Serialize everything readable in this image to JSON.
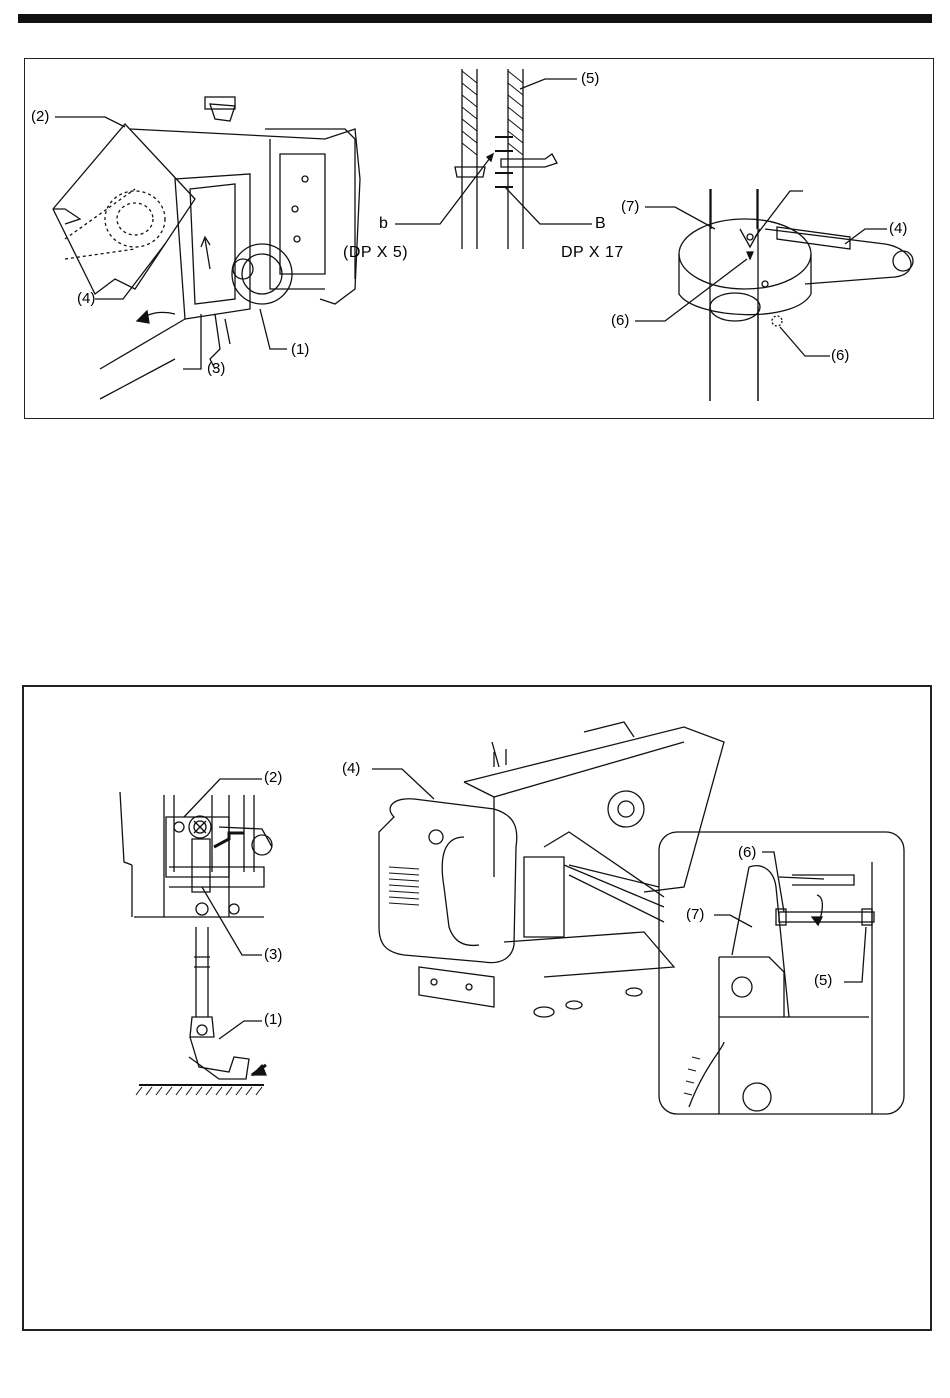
{
  "figure1": {
    "labels": {
      "l2": "(2)",
      "l4a": "(4)",
      "l3": "(3)",
      "l1": "(1)",
      "l5": "(5)",
      "b": "b",
      "B": "B",
      "dpx5": "(DP X 5)",
      "dpx17": "DP X 17",
      "l7": "(7)",
      "l4b": "(4)",
      "l6a": "(6)",
      "l6b": "(6)"
    }
  },
  "figure2": {
    "labels": {
      "l2": "(2)",
      "l3": "(3)",
      "l1": "(1)",
      "l4": "(4)",
      "l6": "(6)",
      "l7": "(7)",
      "l5": "(5)"
    }
  }
}
